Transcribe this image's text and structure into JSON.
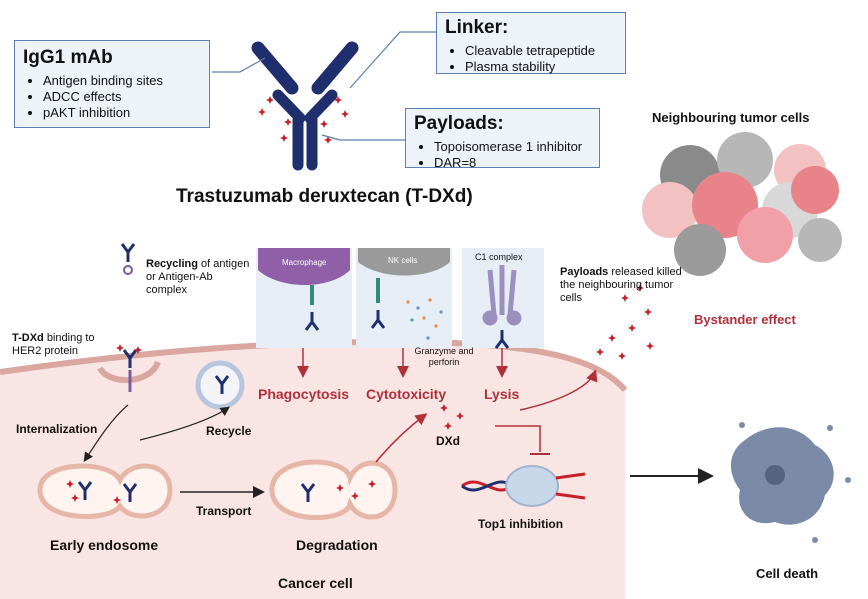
{
  "mab_box": {
    "title": "IgG1 mAb",
    "items": [
      "Antigen binding sites",
      "ADCC effects",
      "pAKT inhibition"
    ]
  },
  "linker_box": {
    "title": "Linker:",
    "items": [
      "Cleavable tetrapeptide",
      "Plasma stability"
    ]
  },
  "payload_box": {
    "title": "Payloads:",
    "items": [
      "Topoisomerase 1 inhibitor",
      "DAR=8"
    ]
  },
  "drug_title": "Trastuzumab deruxtecan (T-DXd)",
  "neighbouring_title": "Neighbouring tumor cells",
  "recycling_bold": "Recycling",
  "recycling_rest": " of antigen or Antigen-Ab complex",
  "macrophage_label": "Macrophage",
  "nk_label": "NK cells",
  "c1_label": "C1 complex",
  "payloads_bold": "Payloads",
  "payloads_rest": " released killed the neighbouring tumor cells",
  "bystander": "Bystander effect",
  "binding_bold": "T-DXd",
  "binding_rest": " binding to HER2 protein",
  "granzyme": "Granzyme and perforin",
  "phagocytosis": "Phagocytosis",
  "cytotoxicity": "Cytotoxicity",
  "lysis": "Lysis",
  "internalization": "Internalization",
  "recycle": "Recycle",
  "dxd": "DXd",
  "transport": "Transport",
  "early_endosome": "Early endosome",
  "degradation": "Degradation",
  "top1": "Top1 inhibition",
  "cancer_cell": "Cancer cell",
  "cell_death": "Cell death",
  "colors": {
    "antibody": "#1f2f6e",
    "payload": "#c8202a",
    "effect_red": "#b0303a",
    "box_border": "#5b7fae"
  }
}
